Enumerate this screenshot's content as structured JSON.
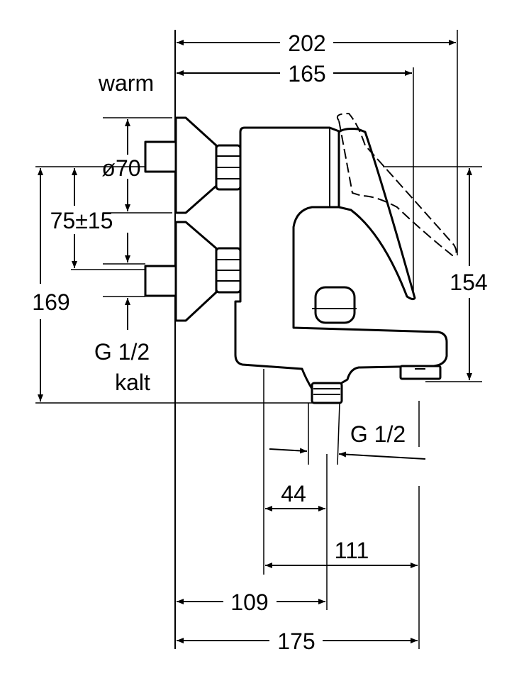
{
  "dimensions": {
    "total_width": "202",
    "body_width": "165",
    "flange_diameter": "ø70",
    "inlet_spacing": "75±15",
    "total_height": "169",
    "handle_height": "154",
    "outlet_offset": "44",
    "outlet_to_front": "111",
    "wall_to_outlet": "109",
    "wall_to_front": "175"
  },
  "labels": {
    "hot_inlet": "warm",
    "cold_thread": "G 1/2",
    "cold_inlet": "kalt",
    "outlet_thread": "G 1/2"
  }
}
